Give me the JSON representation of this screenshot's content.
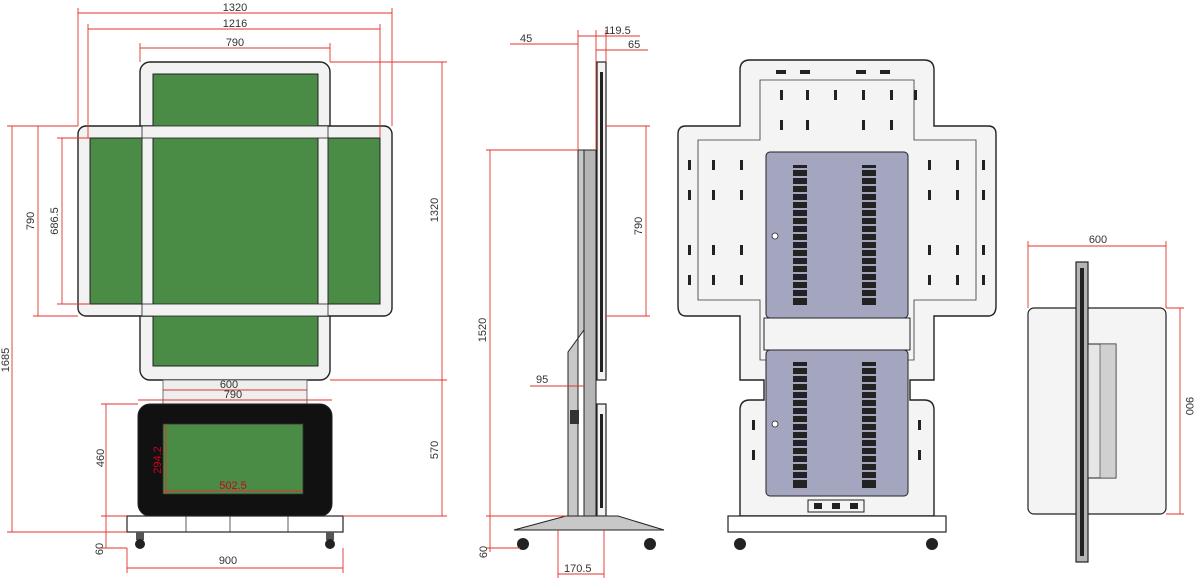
{
  "front_view": {
    "dims": {
      "top_overall_width": "1320",
      "inner_width": "1216",
      "screen_width": "790",
      "left_height": "790",
      "left_inner_height": "686.5",
      "right_height": "1320",
      "total_height": "1685",
      "neck_width": "600",
      "base_screen_width": "790",
      "base_height": "460",
      "base_screen_height": "294.2",
      "base_screen_width_inner": "502.5",
      "lower_height": "570",
      "foot_height": "60",
      "base_width": "900"
    }
  },
  "side_view": {
    "dims": {
      "d45": "45",
      "d119": "119.5",
      "d65": "65",
      "d790": "790",
      "d1520": "1520",
      "d95": "95",
      "d60": "60",
      "d170": "170.5"
    }
  },
  "rear_view": {},
  "top_view": {
    "dims": {
      "width": "600",
      "depth": "900"
    }
  },
  "colors": {
    "screen_green": "#4a8b45",
    "rear_panel": "#a4a6c0",
    "dim_red": "#e0332d",
    "frame_light": "#f3f3f3",
    "base_black": "#111111"
  }
}
